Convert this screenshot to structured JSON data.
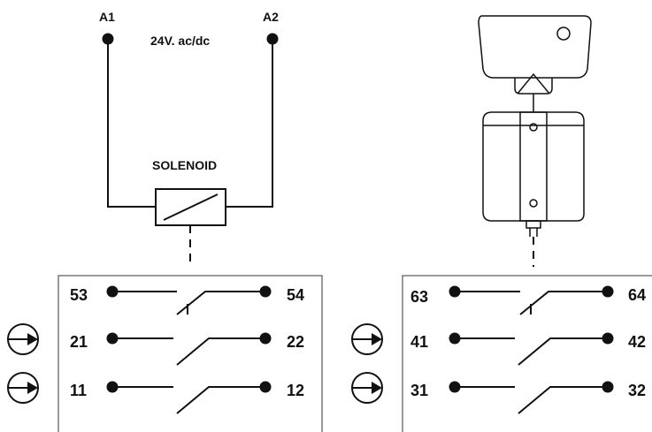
{
  "supply": {
    "terminal_left": "A1",
    "terminal_right": "A2",
    "voltage": "24V. ac/dc",
    "coil_label": "SOLENOID"
  },
  "left_block": {
    "contacts": [
      {
        "from": "53",
        "to": "54"
      },
      {
        "from": "21",
        "to": "22"
      },
      {
        "from": "11",
        "to": "12"
      }
    ]
  },
  "right_block": {
    "contacts": [
      {
        "from": "63",
        "to": "64"
      },
      {
        "from": "41",
        "to": "42"
      },
      {
        "from": "31",
        "to": "32"
      }
    ]
  },
  "icons": {
    "key_actuator": "safety-key-icon",
    "positive_opening": "positive-opening-arrow-icon"
  },
  "colors": {
    "line": "#111111",
    "background": "#ffffff"
  }
}
